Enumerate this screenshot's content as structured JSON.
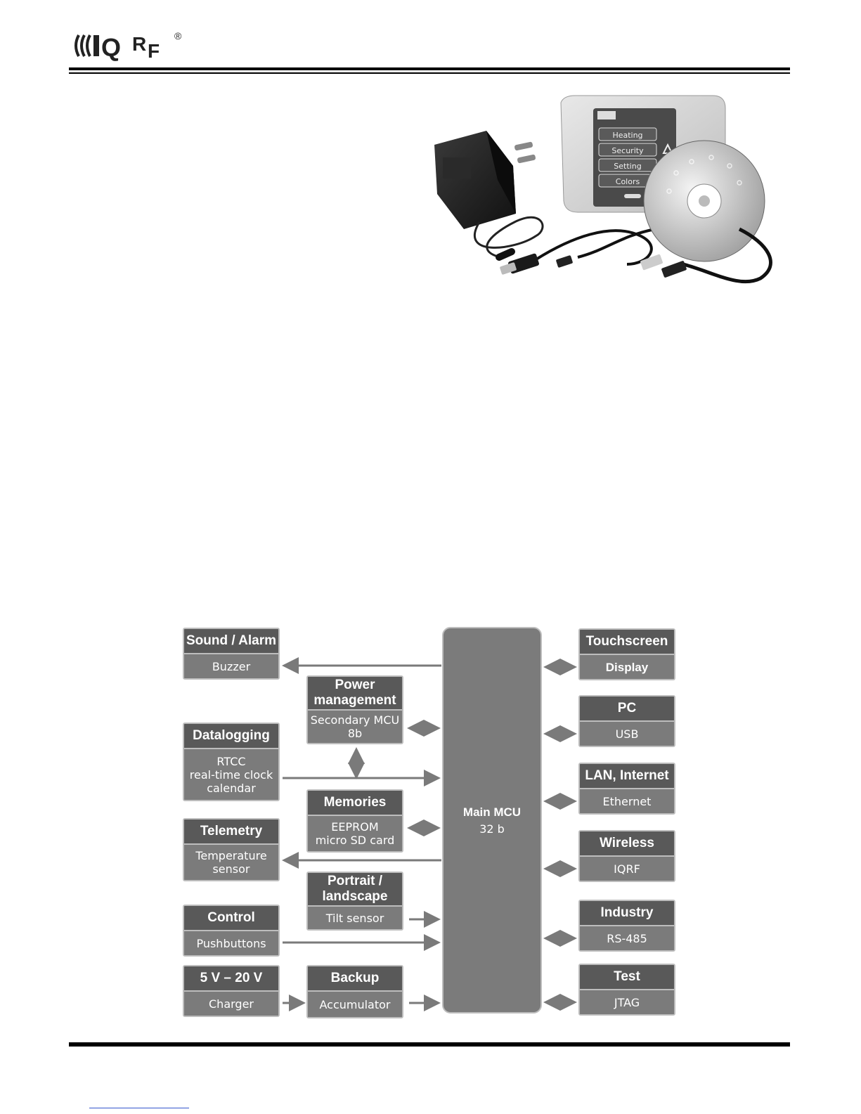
{
  "logo": {
    "text": "IQRF",
    "registered": "®"
  },
  "diagram": {
    "main_mcu": {
      "title": "Main MCU",
      "sub": "32 b"
    },
    "left_blocks": [
      {
        "id": "sound",
        "head": "Sound / Alarm",
        "body": "Buzzer"
      },
      {
        "id": "datalogging",
        "head": "Datalogging",
        "body": "RTCC\nreal-time clock\ncalendar"
      },
      {
        "id": "telemetry",
        "head": "Telemetry",
        "body": "Temperature\nsensor"
      },
      {
        "id": "control",
        "head": "Control",
        "body": "Pushbuttons"
      },
      {
        "id": "power_input",
        "head": "5 V – 20 V",
        "body": "Charger"
      }
    ],
    "middle_blocks": [
      {
        "id": "power",
        "head": "Power\nmanagement",
        "body": "Secondary MCU\n8b"
      },
      {
        "id": "memories",
        "head": "Memories",
        "body": "EEPROM\nmicro SD card"
      },
      {
        "id": "portrait",
        "head": "Portrait /\nlandscape",
        "body": "Tilt sensor"
      },
      {
        "id": "backup",
        "head": "Backup",
        "body": "Accumulator"
      }
    ],
    "right_blocks": [
      {
        "id": "touchscreen",
        "head": "Touchscreen",
        "body": "Display"
      },
      {
        "id": "pc",
        "head": "PC",
        "body": "USB"
      },
      {
        "id": "lan",
        "head": "LAN, Internet",
        "body": "Ethernet"
      },
      {
        "id": "wireless",
        "head": "Wireless",
        "body": "IQRF"
      },
      {
        "id": "industry",
        "head": "Industry",
        "body": "RS-485"
      },
      {
        "id": "test",
        "head": "Test",
        "body": "JTAG"
      }
    ]
  },
  "photo": {
    "menu_items": [
      "Heating",
      "Security",
      "Setting",
      "Colors"
    ]
  }
}
